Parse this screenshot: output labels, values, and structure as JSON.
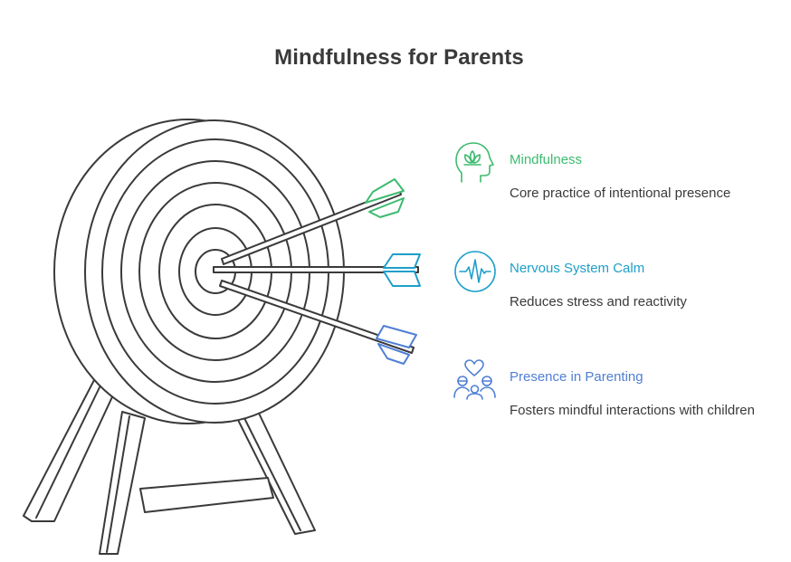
{
  "title": "Mindfulness for Parents",
  "colors": {
    "mindfulness": "#3dbb6f",
    "nervous_system": "#1f9fc9",
    "presence": "#4f7fd4",
    "outline": "#3a3a3a"
  },
  "items": [
    {
      "icon": "mindful-head-lotus-icon",
      "label": "Mindfulness",
      "description": "Core practice of intentional presence"
    },
    {
      "icon": "pulse-heartbeat-icon",
      "label": "Nervous System Calm",
      "description": "Reduces stress and reactivity"
    },
    {
      "icon": "family-heart-icon",
      "label": "Presence in Parenting",
      "description": "Fosters mindful interactions with children"
    }
  ]
}
